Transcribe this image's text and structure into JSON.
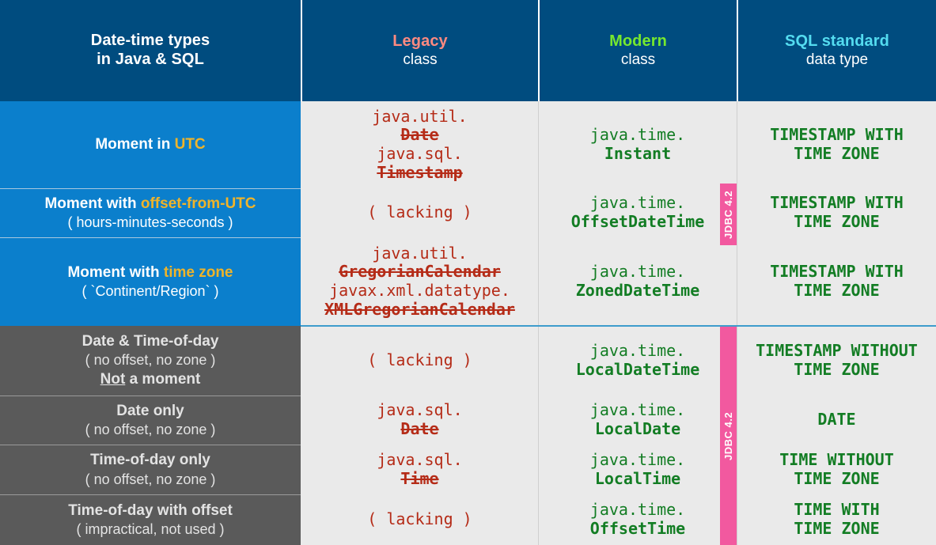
{
  "headers": [
    {
      "line1": "Date-time types",
      "line2": "in Java & SQL",
      "accent": "#ffffff"
    },
    {
      "line1": "Legacy",
      "line2": "class",
      "accent": "#ff8a80"
    },
    {
      "line1": "Modern",
      "line2": "class",
      "accent": "#76e82e"
    },
    {
      "line1": "SQL standard",
      "line2": "data type",
      "accent": "#54dcf0"
    }
  ],
  "badges": {
    "jdbc_label": "JDBC 4.2",
    "color": "#f2599f"
  },
  "colors": {
    "header_blue": "#004c7f",
    "row_blue": "#0b7fcc",
    "row_gray": "#5a5a5a",
    "data_bg": "#eaeaea",
    "legacy_red": "#b52b17",
    "modern_green": "#137d24",
    "gold": "#f0b429"
  },
  "rows": [
    {
      "label_main_pre": "Moment in ",
      "label_main_hl": "UTC",
      "label_sub": "",
      "legacy": [
        {
          "pkg": "java.util.",
          "cls": "Date"
        },
        {
          "pkg": "java.sql.",
          "cls": "Timestamp"
        }
      ],
      "modern": [
        {
          "pkg": "java.time.",
          "cls": "Instant"
        }
      ],
      "sql": "TIMESTAMP WITH\nTIME ZONE"
    },
    {
      "label_main_pre": "Moment with ",
      "label_main_hl": "offset-from-UTC",
      "label_sub": "( hours-minutes-seconds )",
      "legacy_lacking": "( lacking )",
      "legacy": [],
      "modern": [
        {
          "pkg": "java.time.",
          "cls": "OffsetDateTime"
        }
      ],
      "sql": "TIMESTAMP WITH\nTIME ZONE"
    },
    {
      "label_main_pre": "Moment with ",
      "label_main_hl": "time zone",
      "label_sub": "( `Continent/Region` )",
      "legacy": [
        {
          "pkg": "java.util.",
          "cls": "GregorianCalendar"
        },
        {
          "pkg": "javax.xml.datatype.",
          "cls": "XMLGregorianCalendar"
        }
      ],
      "modern": [
        {
          "pkg": "java.time.",
          "cls": "ZonedDateTime"
        }
      ],
      "sql": "TIMESTAMP WITH\nTIME ZONE"
    },
    {
      "label_main": "Date & Time-of-day",
      "label_sub": "( no offset, no zone )",
      "label_sub2_u": "Not",
      "label_sub2_rest": " a moment",
      "legacy_lacking": "( lacking )",
      "legacy": [],
      "modern": [
        {
          "pkg": "java.time.",
          "cls": "LocalDateTime"
        }
      ],
      "sql": "TIMESTAMP WITHOUT\nTIME ZONE"
    },
    {
      "label_main": "Date only",
      "label_sub": "( no offset, no zone )",
      "legacy": [
        {
          "pkg": "java.sql.",
          "cls": "Date"
        }
      ],
      "modern": [
        {
          "pkg": "java.time.",
          "cls": "LocalDate"
        }
      ],
      "sql": "DATE"
    },
    {
      "label_main": "Time-of-day only",
      "label_sub": "( no offset, no zone )",
      "legacy": [
        {
          "pkg": "java.sql.",
          "cls": "Time"
        }
      ],
      "modern": [
        {
          "pkg": "java.time.",
          "cls": "LocalTime"
        }
      ],
      "sql": "TIME WITHOUT\nTIME ZONE"
    },
    {
      "label_main": "Time-of-day with offset",
      "label_sub": "( impractical, not used )",
      "legacy_lacking": "( lacking )",
      "legacy": [],
      "modern": [
        {
          "pkg": "java.time.",
          "cls": "OffsetTime"
        }
      ],
      "sql": "TIME WITH\nTIME ZONE"
    }
  ]
}
